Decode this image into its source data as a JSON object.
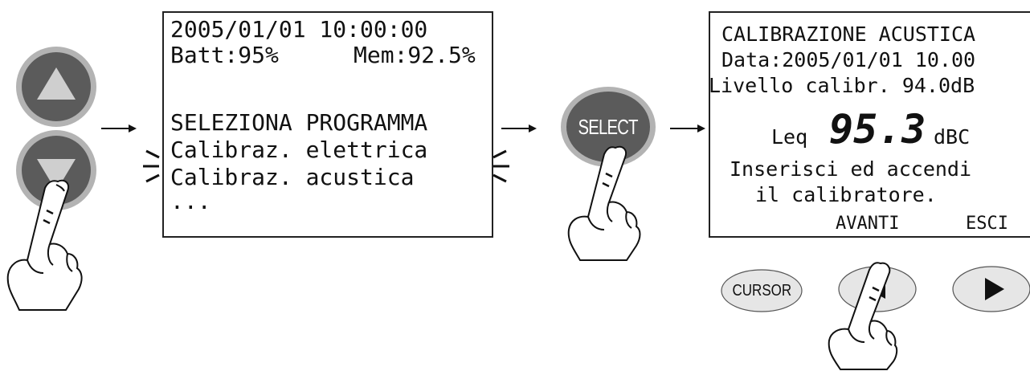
{
  "screen1": {
    "datetime": "2005/01/01 10:00:00",
    "battery": "Batt:95%",
    "memory": "Mem:92.5%",
    "menu_title": "SELEZIONA PROGRAMMA",
    "items": [
      "Calibraz. elettrica",
      "Calibraz. acustica",
      "..."
    ]
  },
  "select_button": {
    "label": "SELECT"
  },
  "screen2": {
    "title": "CALIBRAZIONE ACUSTICA",
    "date": "Data:2005/01/01 10.00",
    "level": "Livello calibr. 94.0dB",
    "leq_label": "Leq",
    "leq_value": "95.3",
    "leq_unit": "dBC",
    "instruction_1": "Inserisci ed accendi",
    "instruction_2": "il calibratore.",
    "softkey_1": "AVANTI",
    "softkey_2": "ESCI"
  },
  "bottom_buttons": {
    "cursor": "CURSOR"
  },
  "colors": {
    "button_dark": "#5b5b5b",
    "button_ring": "#b0b0b0",
    "key_fill": "#e6e6e6"
  }
}
